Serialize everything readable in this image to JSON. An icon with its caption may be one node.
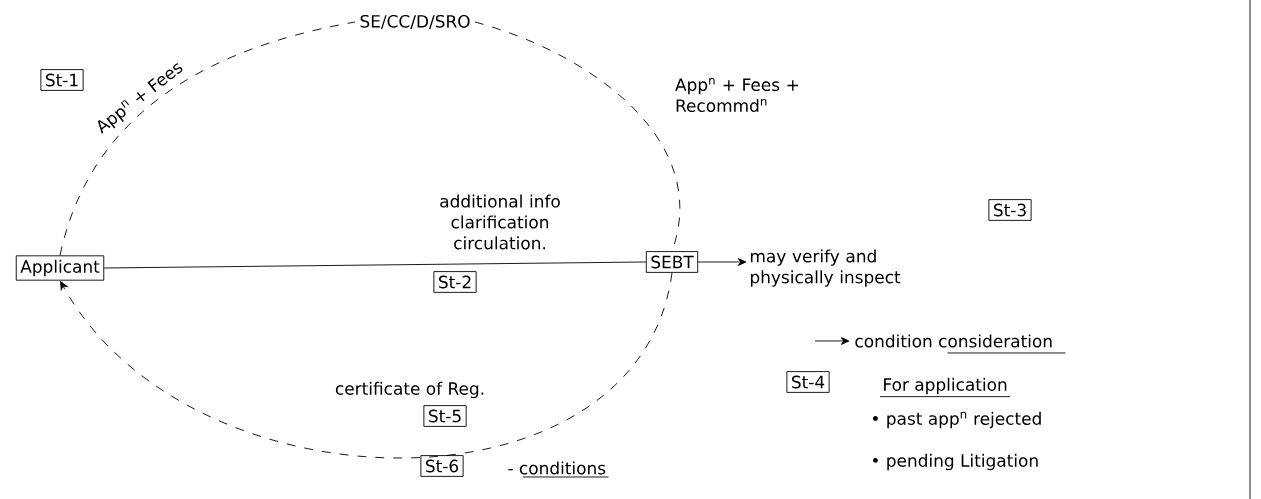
{
  "diagram": {
    "nodes": [
      {
        "text": [
          "SE/CC/D/SRO"
        ]
      },
      {
        "text": [
          "St-1"
        ]
      },
      {
        "text": [
          "Applicant"
        ]
      },
      {
        "text": [
          "SEBT"
        ]
      },
      {
        "text": [
          "St-3"
        ]
      },
      {
        "text": [
          "may verify and physically inspect"
        ]
      },
      {
        "text": [
          "St-2"
        ]
      },
      {
        "text": [
          "condition consideration"
        ]
      },
      {
        "text": [
          "St-4"
        ]
      },
      {
        "text": [
          "St-5"
        ]
      },
      {
        "text": [
          "St-6"
        ]
      }
    ],
    "edges": [
      {
        "from": 2,
        "to": 0,
        "arrow": "none",
        "style": "dashed",
        "label": "App$^{n}$ + Fees"
      },
      {
        "from": 0,
        "to": 3,
        "arrow": "none",
        "style": "dashed",
        "label": "App$^{n}$ + Fees + Recommd$^{n}$"
      },
      {
        "from": 2,
        "to": 3,
        "arrow": "none",
        "label": "additional info clarification circulation."
      },
      {
        "from": 3,
        "to": 2,
        "arrow": "to",
        "style": "dashed",
        "label": "certificate of Reg."
      },
      {
        "from": 3,
        "to": 5,
        "arrow": "to"
      },
      {
        "from": null,
        "to": 7,
        "arrow": "to"
      }
    ],
    "labels": [
      "For application",
      "• past app$^{n}$ rejected",
      "• pending Litigation",
      "- conditions"
    ]
  }
}
